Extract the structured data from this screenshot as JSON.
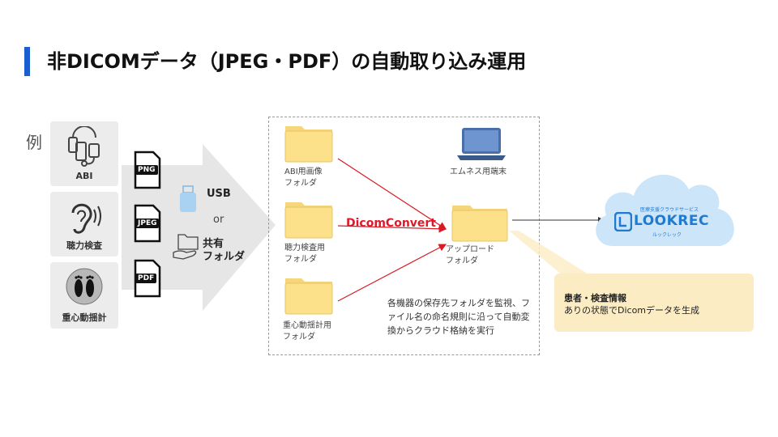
{
  "title": "非DICOMデータ（JPEG・PDF）の自動取り込み運用",
  "example_label": "例",
  "devices": [
    {
      "label": "ABI",
      "icon": "abi-device-icon"
    },
    {
      "label": "聴力検査",
      "icon": "ear-icon"
    },
    {
      "label": "重心動揺計",
      "icon": "footprints-icon"
    }
  ],
  "file_types": [
    "PNG",
    "JPEG",
    "PDF"
  ],
  "transfer": {
    "usb": "USB",
    "or": "or",
    "shared_line1": "共有",
    "shared_line2": "フォルダ"
  },
  "source_folders": [
    {
      "line1": "ABI用画像",
      "line2": "フォルダ"
    },
    {
      "line1": "聴力検査用",
      "line2": "フォルダ"
    },
    {
      "line1": "重心動揺計用",
      "line2": "フォルダ"
    }
  ],
  "converter": "DicomConvert",
  "terminal_label": "エムネス用端末",
  "upload_folder": {
    "line1": "アップロード",
    "line2": "フォルダ"
  },
  "note": "各機器の保存先フォルダを監視、ファイル名の命名規則に沿って自動変換からクラウド格納を実行",
  "cloud": {
    "brand": "LOOKREC",
    "tagline": "医療支援クラウドサービス",
    "reading": "ルックレック"
  },
  "callout": {
    "line1": "患者・検査情報",
    "line2": "ありの状態でDicomデータを生成"
  },
  "colors": {
    "accent": "#1a5fd0",
    "converter": "#e0192a",
    "folder": "#fde08a",
    "cloud": "#cde5f8",
    "callout": "#fbecc4"
  }
}
